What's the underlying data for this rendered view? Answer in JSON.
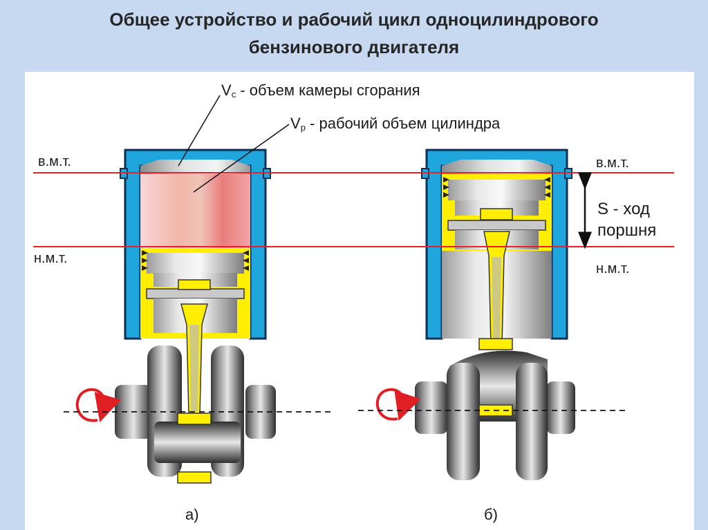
{
  "title": {
    "line1": "Общее устройство и рабочий цикл одноцилиндрового",
    "line2": "бензинового двигателя"
  },
  "labels": {
    "vc_main": "V",
    "vc_sub": "c",
    "vc_text": " - объем камеры сгорания",
    "vp_main": "V",
    "vp_sub": "p",
    "vp_text": " - рабочий объем цилиндра",
    "tdc_left": "в.м.т.",
    "bdc_left": "н.м.т.",
    "tdc_right": "в.м.т.",
    "bdc_right": "н.м.т.",
    "stroke_line1": "S - ход",
    "stroke_line2": "поршня",
    "fig_a": "а)",
    "fig_b": "б)"
  },
  "colors": {
    "background": "#c6d9f1",
    "panel": "#ffffff",
    "cylinder_wall": "#1fa6dc",
    "dead_center_line": "#e8202a",
    "rotation_arrow": "#e01f25",
    "piston_yellow": "#ffee00",
    "combustion_gradient": [
      "#f4c3c8",
      "#f09aa0",
      "#ec7a7d"
    ]
  }
}
